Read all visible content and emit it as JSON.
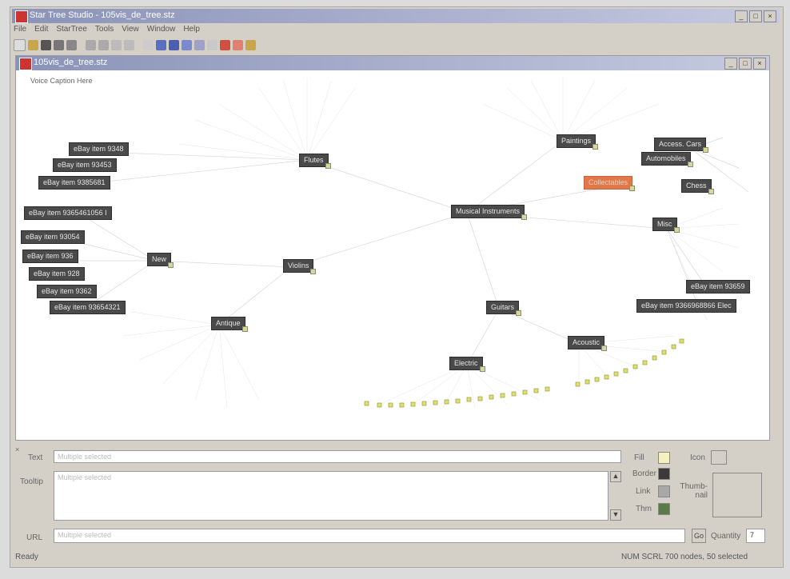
{
  "app": {
    "title": "Star Tree Studio - 105vis_de_tree.stz"
  },
  "menu": [
    "File",
    "Edit",
    "StarTree",
    "Tools",
    "View",
    "Window",
    "Help"
  ],
  "doc": {
    "title": "105vis_de_tree.stz",
    "caption": "Voice Caption Here"
  },
  "nodes": {
    "musical": "Musical Instruments",
    "flutes": "Flutes",
    "paintings": "Paintings",
    "access": "Access. Cars",
    "automobiles": "Automobiles",
    "collectables": "Collectables",
    "chess": "Chess",
    "misc": "Misc",
    "violins": "Violins",
    "new": "New",
    "antique": "Antique",
    "guitars": "Guitars",
    "acoustic": "Acoustic",
    "electric": "Electric",
    "items": [
      "eBay item 9348",
      "eBay item 93453",
      "eBay item 9385681",
      "eBay item 9365461056 I",
      "eBay item 93054",
      "eBay item 936",
      "eBay item 928",
      "eBay item 9362",
      "eBay item 93654321",
      "eBay item 93659",
      "eBay item 9366968866 Elec"
    ]
  },
  "panel": {
    "text_label": "Text",
    "text_placeholder": "Multiple selected",
    "tooltip_label": "Tooltip",
    "tooltip_placeholder": "Multiple selected",
    "url_label": "URL",
    "url_placeholder": "Multiple selected",
    "fill": "Fill",
    "border": "Border",
    "link": "Link",
    "thm": "Thm",
    "icon": "Icon",
    "thumbnail": "Thumb-nail",
    "go": "Go",
    "quantity_label": "Quantity",
    "quantity": "7",
    "colors": {
      "fill": "#f5f0c0",
      "border": "#3a3a3a",
      "link": "#a8a8a8",
      "thm": "#5a7a4a"
    }
  },
  "status": {
    "left": "Ready",
    "right": "NUM   SCRL   700 nodes, 50 selected"
  }
}
